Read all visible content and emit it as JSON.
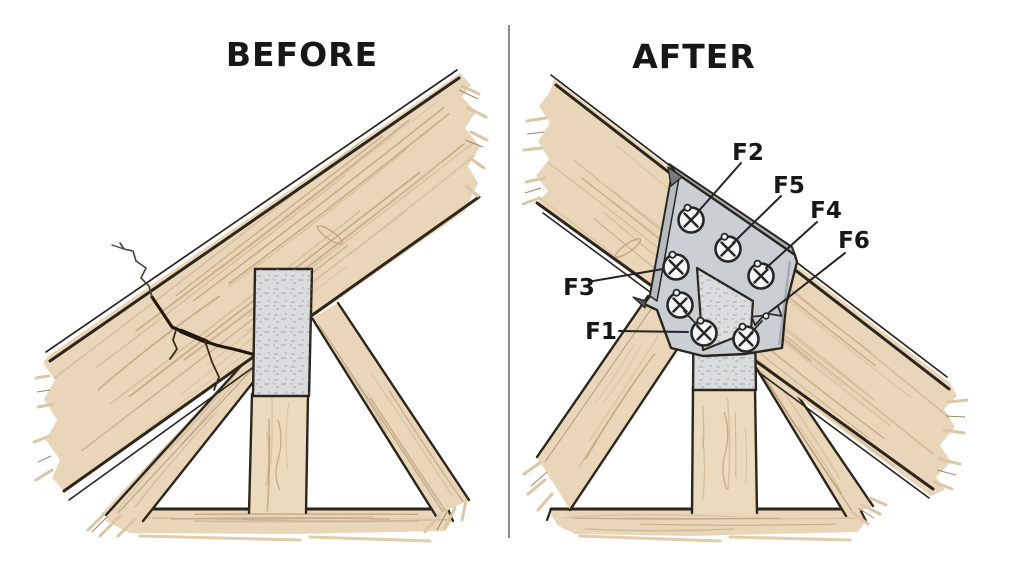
{
  "panels": {
    "before": {
      "title": "BEFORE"
    },
    "after": {
      "title": "AFTER"
    }
  },
  "fastener_labels": {
    "f1": "F1",
    "f2": "F2",
    "f3": "F3",
    "f4": "F4",
    "f5": "F5",
    "f6": "F6"
  },
  "fasteners": [
    {
      "label": "F1",
      "type": "screw"
    },
    {
      "label": "F2",
      "type": "screw"
    },
    {
      "label": "F3",
      "type": "screw"
    },
    {
      "label": "F4",
      "type": "screw"
    },
    {
      "label": "F5",
      "type": "screw"
    },
    {
      "label": "F6",
      "type": "screw"
    },
    {
      "label": "",
      "type": "wing-nut"
    }
  ],
  "colors": {
    "background": "#ffffff",
    "wood": "#e9d6b8",
    "wood_grain": "#c9ae8d",
    "outline": "#2b251c",
    "shim": "#d9dbdc",
    "shim_speckle": "#8e9398",
    "plate": "#cacfd4",
    "plate_flange": "#a9b0b7",
    "crack": "#20170e",
    "divider": "#8a8a8a",
    "text": "#171717"
  }
}
